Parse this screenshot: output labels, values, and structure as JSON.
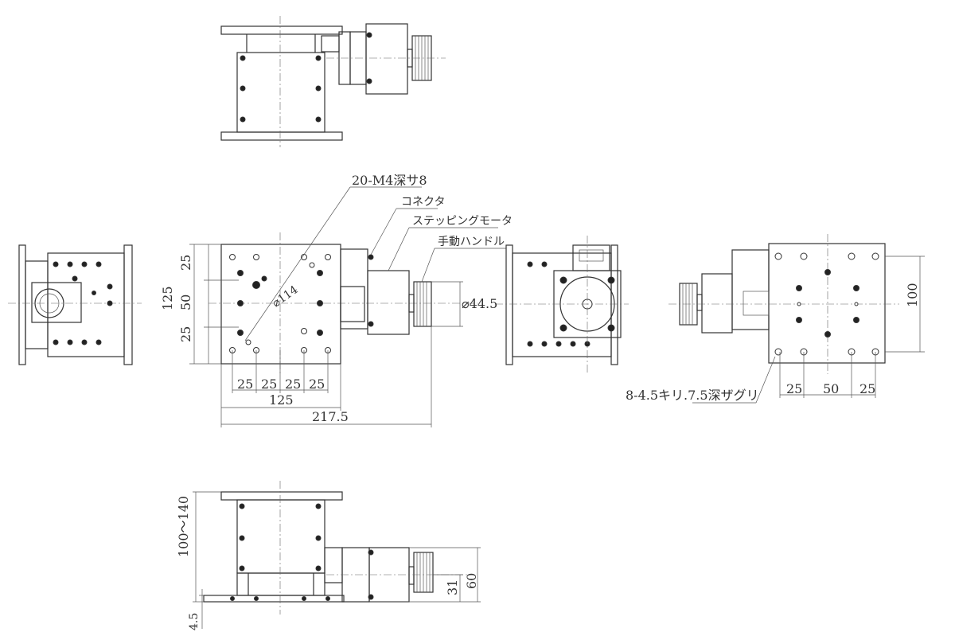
{
  "annotations": {
    "thread_holes": "20-M4深サ8",
    "connector": "コネクタ",
    "stepping_motor": "ステッピングモータ",
    "manual_handle": "手動ハンドル",
    "diag": "⌀114",
    "bolt_holes": "8-4.5キリ.7.5深ザグリ"
  },
  "dimensions": {
    "top_view": {
      "height_total": "125",
      "v_25_top": "25",
      "v_50": "50",
      "v_25_bottom": "25",
      "h_25_a": "25",
      "h_25_b": "25",
      "h_25_c": "25",
      "h_25_d": "25",
      "width_125": "125",
      "width_total": "217.5",
      "handle_dia": "⌀44.5"
    },
    "right_view": {
      "height_100": "100",
      "h_25_a": "25",
      "h_50": "50",
      "h_25_b": "25"
    },
    "side_view": {
      "height_range": "100～140",
      "motor_31": "31",
      "motor_60": "60",
      "base_4_5": "4.5"
    }
  }
}
